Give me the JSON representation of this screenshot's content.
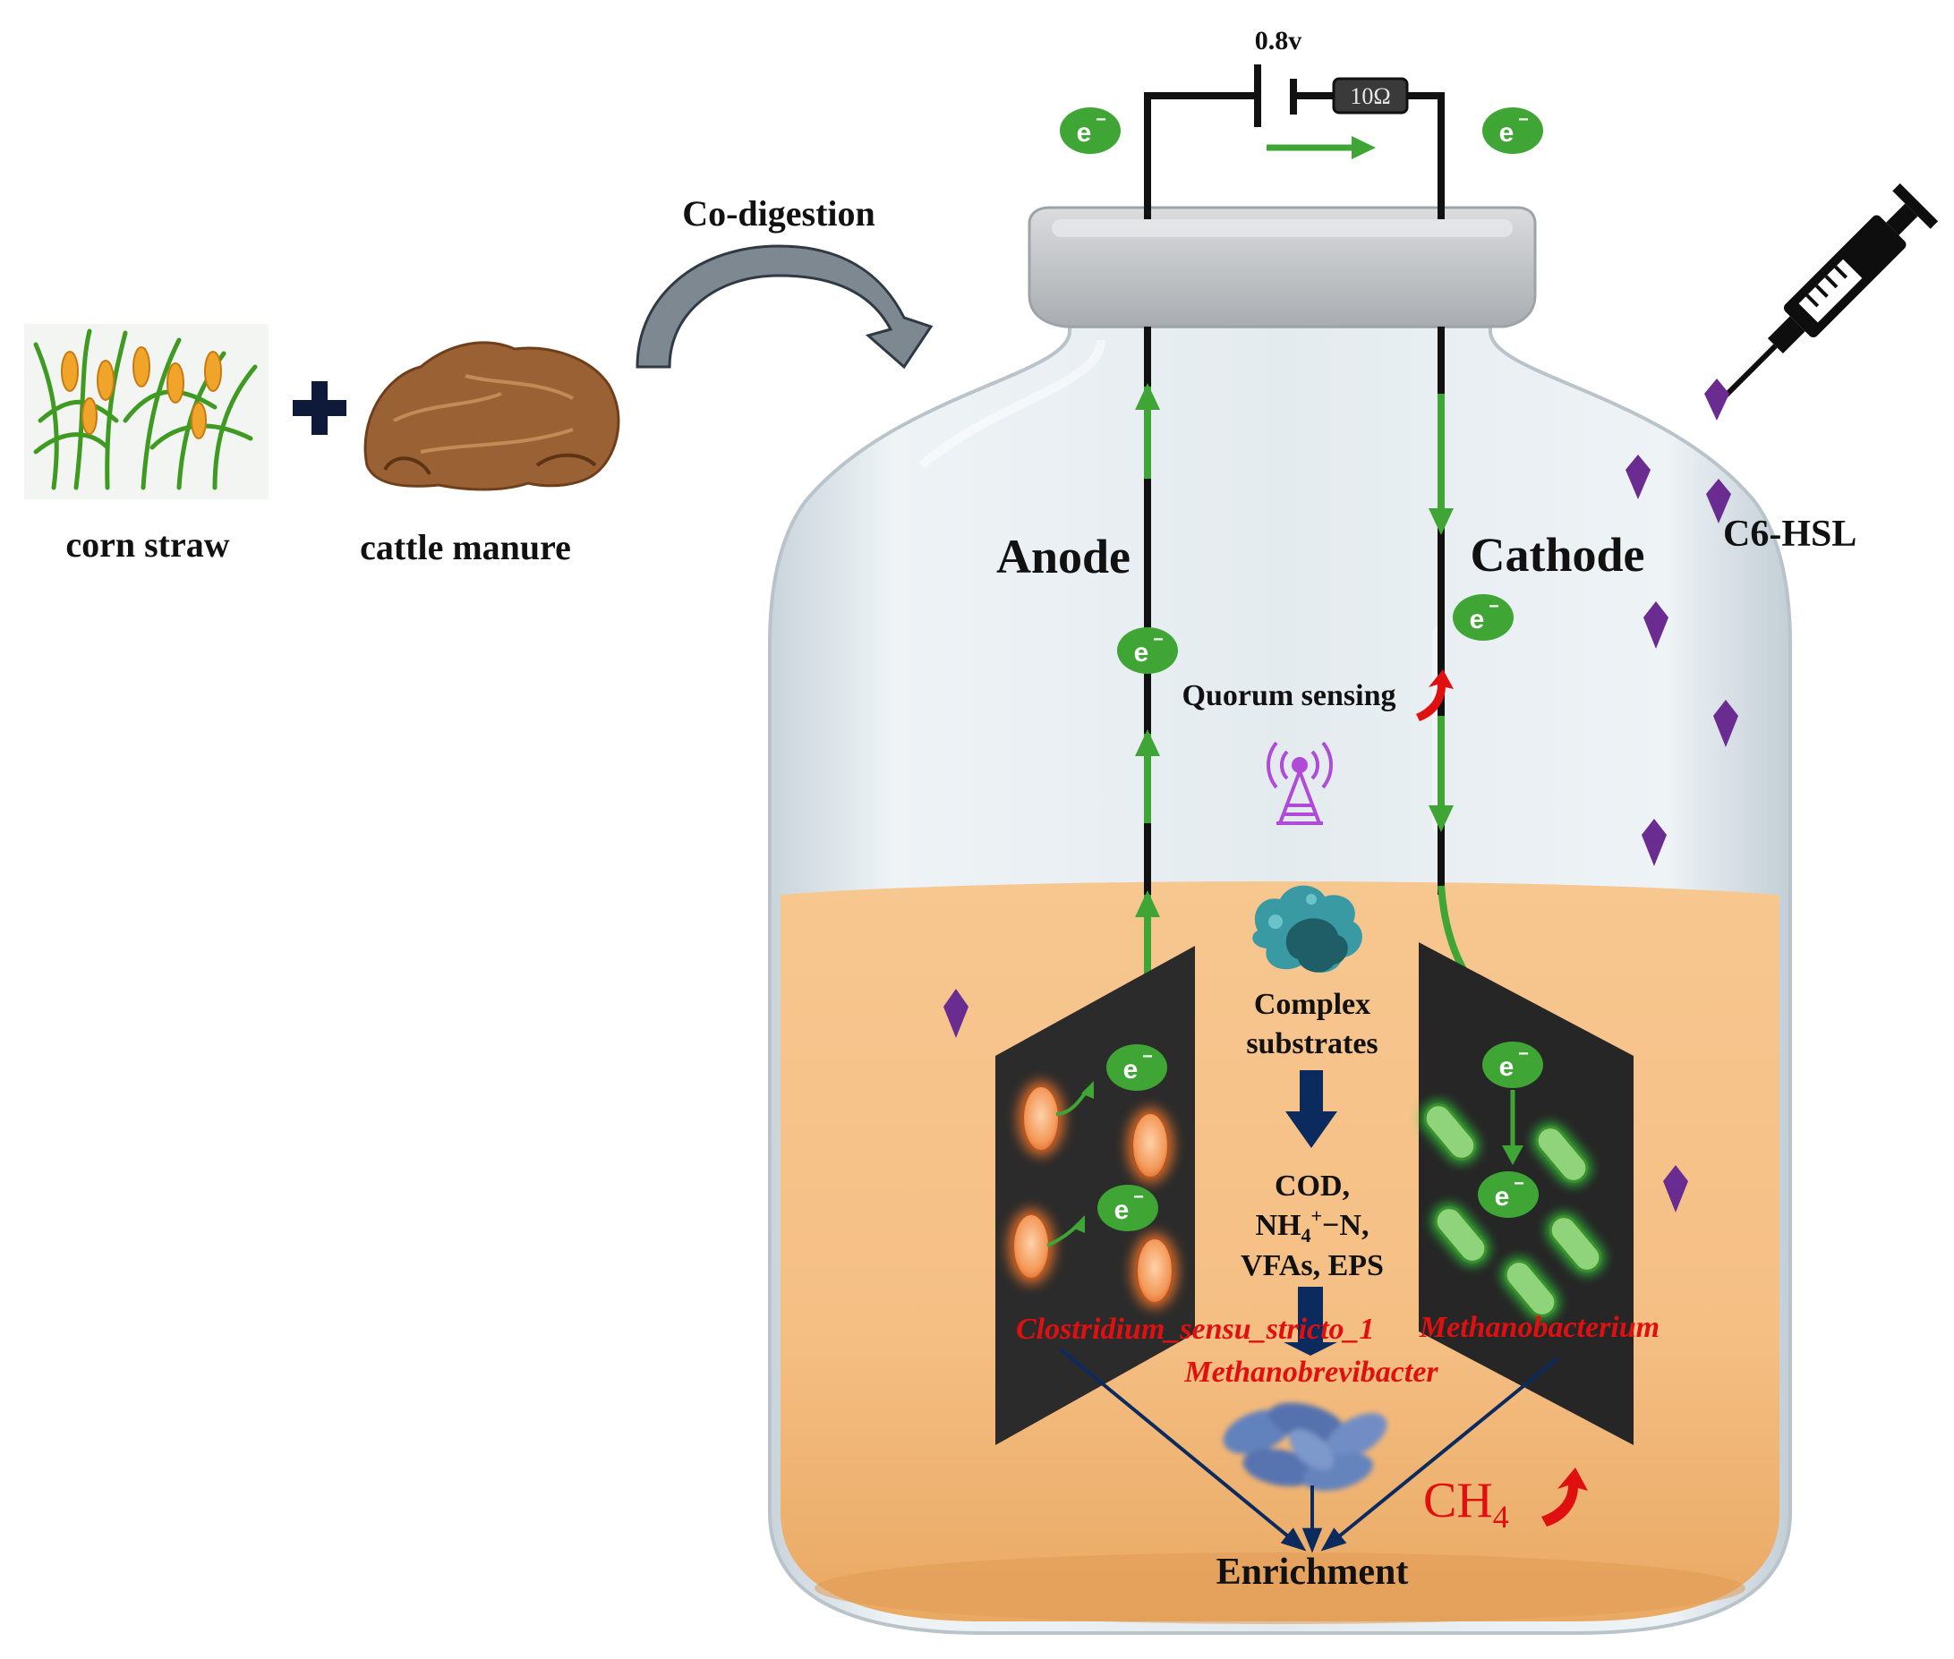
{
  "inputs": {
    "straw_label": "corn straw",
    "manure_label": "cattle manure",
    "process_label": "Co-digestion"
  },
  "circuit": {
    "voltage": "0.8v",
    "resistor": "10Ω",
    "electron": "e",
    "electron_sup": "−"
  },
  "electrodes": {
    "anode": "Anode",
    "cathode": "Cathode"
  },
  "additive": {
    "label": "C6-HSL"
  },
  "center": {
    "quorum": "Quorum sensing",
    "substrate_line1": "Complex",
    "substrate_line2": "substrates",
    "metrics_line1": "COD,",
    "metrics_line2_a": "NH",
    "metrics_line2_sub": "4",
    "metrics_line2_sup": "+",
    "metrics_line2_b": "−N,",
    "metrics_line3": "VFAs,  EPS"
  },
  "microbes": {
    "anode_genus": "Clostridium_sensu_stricto_1",
    "cathode_genus": "Methanobacterium",
    "center_genus": "Methanobrevibacter"
  },
  "outputs": {
    "methane_main": "CH",
    "methane_sub": "4",
    "enrichment": "Enrichment"
  },
  "colors": {
    "liquid": "#f6c38a",
    "bottle_glass": "#dfe7ec",
    "cap": "#c9cccf",
    "electron_green": "#3fa535",
    "electrode_plate": "#2b2b2b",
    "dark_arrow": "#0b2a5e",
    "hsl_diamond": "#6a2c91",
    "accent_red": "#e01010"
  },
  "icons": [
    "corn-plant-icon",
    "cattle-manure-icon",
    "plus-icon",
    "curved-arrow-icon",
    "syringe-icon",
    "signal-tower-icon",
    "complex-substrate-icon",
    "microbe-cluster-icon",
    "battery-icon",
    "resistor-icon",
    "up-arrow-icon"
  ]
}
